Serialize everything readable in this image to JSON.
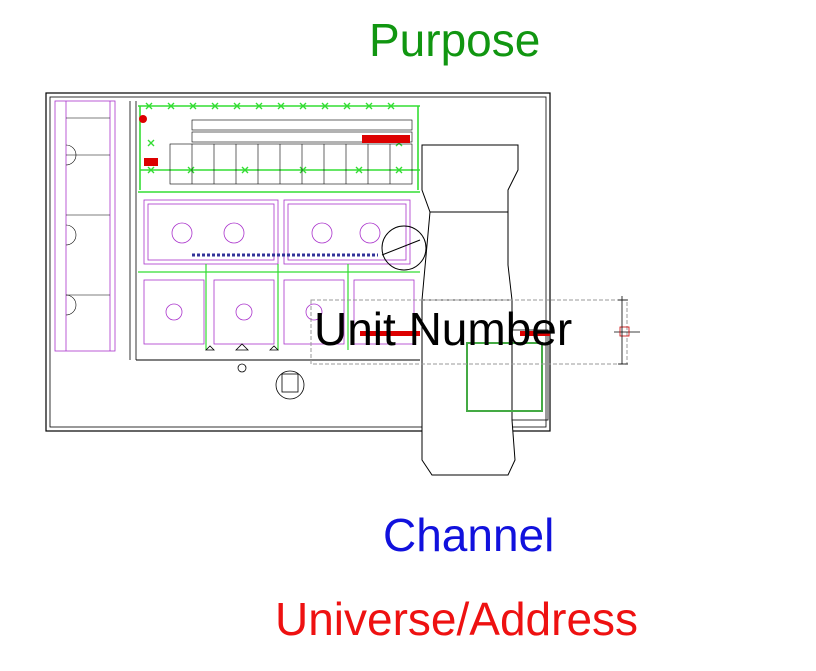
{
  "fixture_block": {
    "purpose_label": "Purpose",
    "unit_number_label": "Unit Number",
    "channel_label": "Channel",
    "universe_address_label": "Universe/Address",
    "colors": {
      "purpose": "#119611",
      "unit_number": "#000000",
      "channel": "#1111dd",
      "universe_address": "#ee1111",
      "plan_lines": "#000000",
      "truss_green": "#33dd33",
      "wall_purple": "#aa33cc",
      "fixture_red": "#dd0000"
    }
  }
}
